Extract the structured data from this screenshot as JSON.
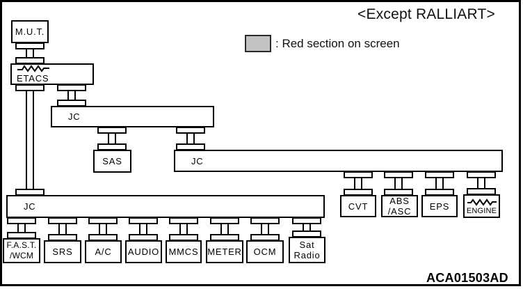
{
  "title": "<Except RALLIART>",
  "legend": {
    "swatch_color": "#c2c2c2",
    "label": ": Red section on screen"
  },
  "figure_code": "ACA01503AD",
  "colors": {
    "line": "#000000",
    "background": "#ffffff",
    "legend_swatch": "#c2c2c2"
  },
  "icons": {
    "terminating_resistor": "zigzag-line"
  },
  "boxes": {
    "mut": {
      "label": "M.U.T."
    },
    "etacs": {
      "label": "ETACS"
    },
    "jc_upper": {
      "label": "JC"
    },
    "sas": {
      "label": "SAS"
    },
    "jc_middle": {
      "label": "JC"
    },
    "cvt": {
      "label": "CVT"
    },
    "abs_asc": {
      "line1": "ABS",
      "line2": "/ASC"
    },
    "eps": {
      "label": "EPS"
    },
    "engine": {
      "label": "ENGINE"
    },
    "jc_lower": {
      "label": "JC"
    },
    "fast_wcm": {
      "line1": "F.A.S.T.",
      "line2": "/WCM"
    },
    "srs": {
      "label": "SRS"
    },
    "ac": {
      "label": "A/C"
    },
    "audio": {
      "label": "AUDIO"
    },
    "mmcs": {
      "label": "MMCS"
    },
    "meter": {
      "label": "METER"
    },
    "ocm": {
      "label": "OCM"
    },
    "sat_radio": {
      "line1": "Sat",
      "line2": "Radio"
    }
  },
  "connections": [
    "M.U.T. - ETACS",
    "ETACS - JC (upper)",
    "ETACS - JC (lower)",
    "JC (upper) - SAS",
    "JC (upper) - JC (middle)",
    "JC (middle) - CVT",
    "JC (middle) - ABS/ASC",
    "JC (middle) - EPS",
    "JC (middle) - ENGINE",
    "JC (lower) - F.A.S.T./WCM",
    "JC (lower) - SRS",
    "JC (lower) - A/C",
    "JC (lower) - AUDIO",
    "JC (lower) - MMCS",
    "JC (lower) - METER",
    "JC (lower) - OCM",
    "JC (lower) - Sat Radio"
  ]
}
